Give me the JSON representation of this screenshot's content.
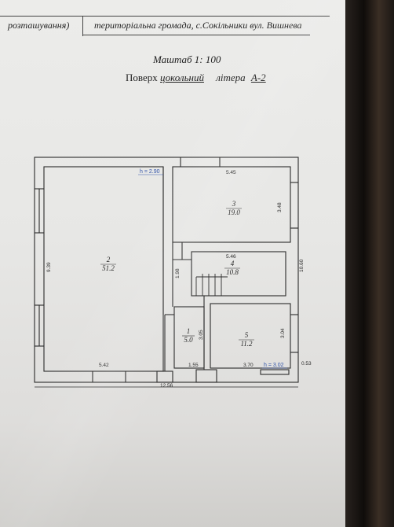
{
  "header": {
    "left_text": "розташування)",
    "address": "територіальна громада, с.Сокільники вул. Вишнева"
  },
  "scale": {
    "label": "Маштаб",
    "value": "1: 100"
  },
  "floor": {
    "label": "Поверх",
    "value": "цокольний",
    "letter_label": "літера",
    "letter_value": "А-2"
  },
  "plan": {
    "rooms": [
      {
        "num": "2",
        "area": "51.2"
      },
      {
        "num": "3",
        "area": "19.0"
      },
      {
        "num": "4",
        "area": "10.8"
      },
      {
        "num": "1",
        "area": "5.0"
      },
      {
        "num": "5",
        "area": "11.2"
      }
    ],
    "heights": [
      "h = 2.90",
      "h = 3.02"
    ],
    "dims": [
      "5.45",
      "3.48",
      "5.46",
      "9.39",
      "1.98",
      "10.60",
      "3.05",
      "3.04",
      "5.42",
      "1.55",
      "3.70",
      "0.53",
      "12.56"
    ]
  },
  "colors": {
    "paper": "#e7e7e5",
    "ink": "#2a2a2a",
    "accent": "#3355aa"
  }
}
